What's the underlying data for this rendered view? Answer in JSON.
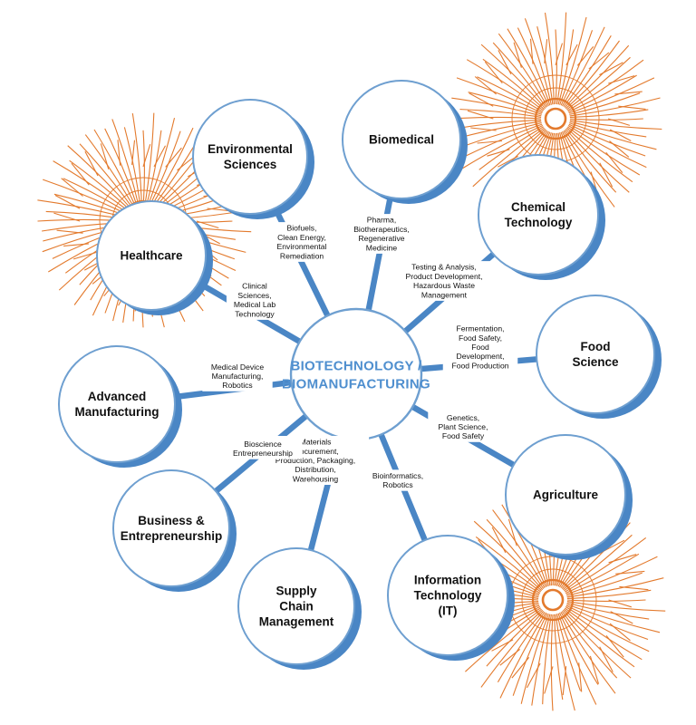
{
  "colors": {
    "accent": "#4a86c5",
    "shadow": "#4a86c5",
    "ring": "#6e9fd0",
    "center_text": "#4f8fcf",
    "ornament": "#e37a2d",
    "text": "#111111"
  },
  "center": {
    "lines": [
      "BIOTECHNOLOGY /",
      "BIOMANUFACTURING"
    ]
  },
  "nodes": [
    {
      "id": "healthcare",
      "lines": [
        "Healthcare"
      ]
    },
    {
      "id": "environmental-sciences",
      "lines": [
        "Environmental",
        "Sciences"
      ]
    },
    {
      "id": "biomedical",
      "lines": [
        "Biomedical"
      ]
    },
    {
      "id": "chemical-technology",
      "lines": [
        "Chemical",
        "Technology"
      ]
    },
    {
      "id": "food-science",
      "lines": [
        "Food",
        "Science"
      ]
    },
    {
      "id": "agriculture",
      "lines": [
        "Agriculture"
      ]
    },
    {
      "id": "information-technology",
      "lines": [
        "Information",
        "Technology",
        "(IT)"
      ]
    },
    {
      "id": "supply-chain-management",
      "lines": [
        "Supply",
        "Chain",
        "Management"
      ]
    },
    {
      "id": "business-entrepreneurship",
      "lines": [
        "Business &",
        "Entrepreneurship"
      ]
    },
    {
      "id": "advanced-manufacturing",
      "lines": [
        "Advanced",
        "Manufacturing"
      ]
    }
  ],
  "links": [
    {
      "node": "healthcare",
      "lines": [
        "Clinical",
        "Sciences,",
        "Medical Lab",
        "Technology"
      ]
    },
    {
      "node": "environmental-sciences",
      "lines": [
        "Biofuels,",
        "Clean Energy,",
        "Environmental",
        "Remediation"
      ]
    },
    {
      "node": "biomedical",
      "lines": [
        "Pharma,",
        "Biotherapeutics,",
        "Regenerative",
        "Medicine"
      ]
    },
    {
      "node": "chemical-technology",
      "lines": [
        "Testing & Analysis,",
        "Product Development,",
        "Hazardous Waste",
        "Management"
      ]
    },
    {
      "node": "food-science",
      "lines": [
        "Fermentation,",
        "Food Safety,",
        "Food",
        "Development,",
        "Food Production"
      ]
    },
    {
      "node": "agriculture",
      "lines": [
        "Genetics,",
        "Plant Science,",
        "Food Safety"
      ]
    },
    {
      "node": "information-technology",
      "lines": [
        "Bioinformatics,",
        "Robotics"
      ]
    },
    {
      "node": "supply-chain-management",
      "lines": [
        "Materials",
        "Procurement,",
        "Production, Packaging,",
        "Distribution,",
        "Warehousing"
      ]
    },
    {
      "node": "business-entrepreneurship",
      "lines": [
        "Bioscience",
        "Entrepreneurship"
      ]
    },
    {
      "node": "advanced-manufacturing",
      "lines": [
        "Medical Device",
        "Manufacturing,",
        "Robotics"
      ]
    }
  ]
}
